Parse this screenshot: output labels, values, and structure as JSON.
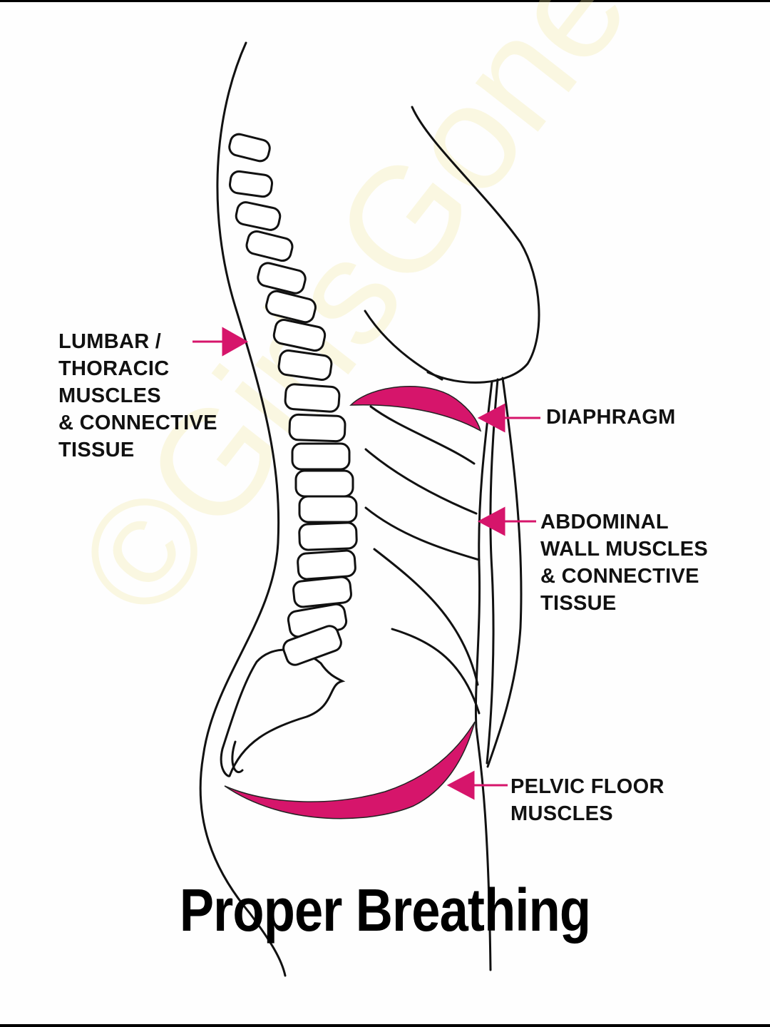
{
  "title": "Proper Breathing",
  "watermark": "©GirlsGoneStrong",
  "labels": {
    "lumbar": "LUMBAR /\nTHORACIC\nMUSCLES\n& CONNECTIVE\nTISSUE",
    "diaphragm": "DIAPHRAGM",
    "abdominal": "ABDOMINAL\nWALL MUSCLES\n& CONNECTIVE\nTISSUE",
    "pelvic": "PELVIC FLOOR\nMUSCLES"
  },
  "colors": {
    "accent": "#d6156b",
    "line": "#111111"
  }
}
